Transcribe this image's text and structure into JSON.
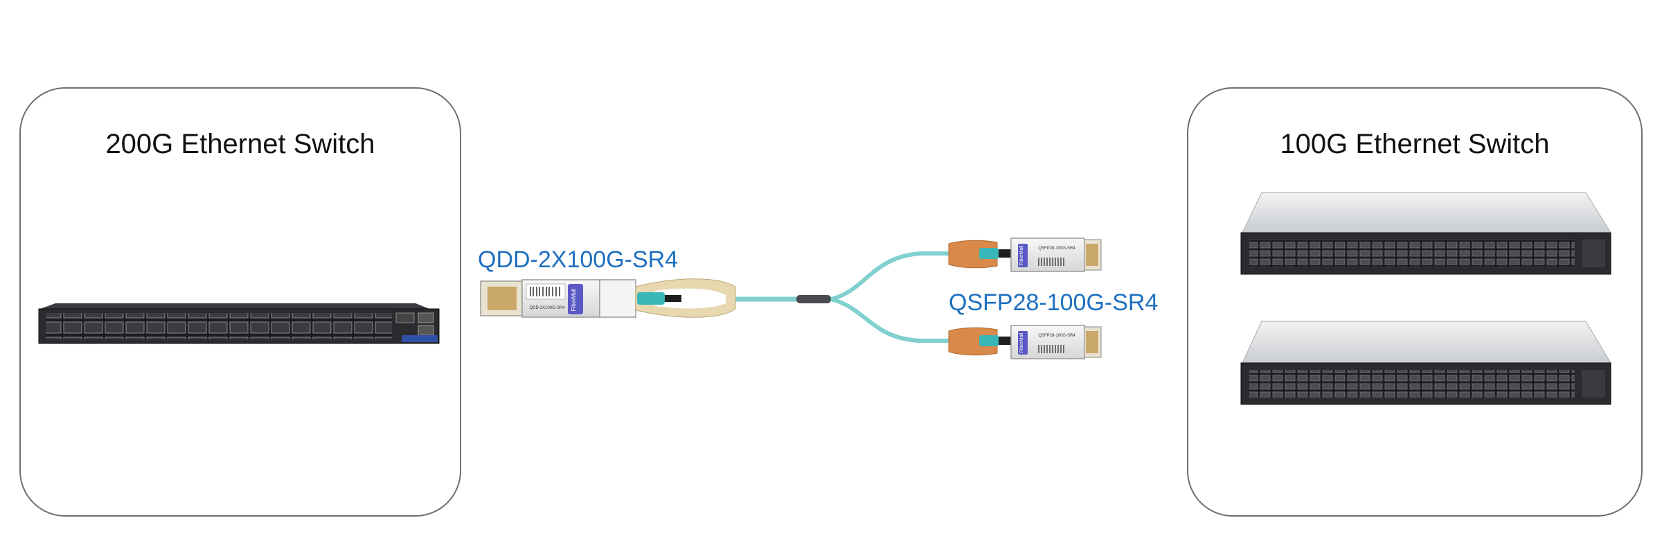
{
  "left_device": {
    "title": "200G Ethernet Switch",
    "icon": "network-switch-1u"
  },
  "right_devices": {
    "title": "100G Ethernet Switch",
    "count": 2,
    "icon": "network-switch-1u"
  },
  "cable": {
    "qdd_label": "QDD-2X100G-SR4",
    "qsfp_label": "QSFP28-100G-SR4",
    "qdd_brand": "FiberMall",
    "qsfp_brand": "FiberMall",
    "qdd_part_text": "QDD-2X100G-SR4",
    "qsfp_part_text": "QSFP28-100G-SR4"
  },
  "colors": {
    "label": "#1e6fbf",
    "fiber": "#7fd0cf",
    "pull_tab_qdd": "#e7d8b0",
    "pull_tab_qsfp": "#d98a4a",
    "brand_badge": "#5a58c4",
    "connector": "#39b6b8",
    "switch_body": "#2a2b2e"
  }
}
